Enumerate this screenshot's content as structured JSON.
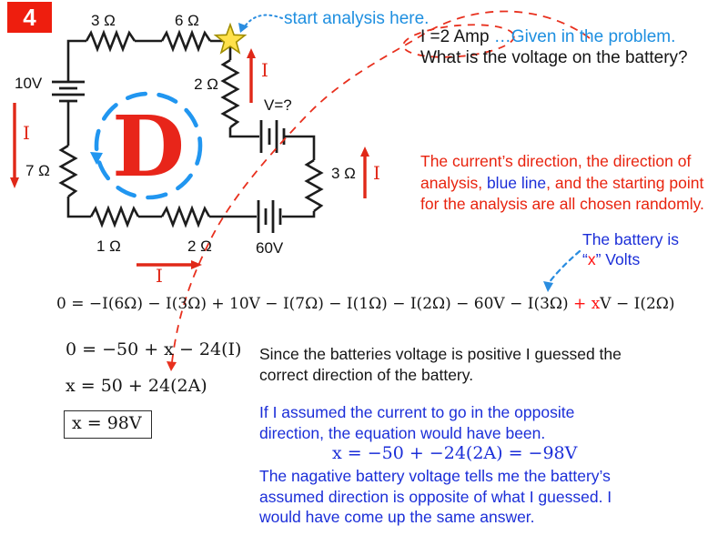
{
  "slide": {
    "badge": "4"
  },
  "circuit": {
    "loop_letter": "D",
    "labels": {
      "r_top_left": "3 Ω",
      "r_top_right": "6 Ω",
      "r_right_upper": "2 Ω",
      "r_right_lower": "3 Ω",
      "r_left": "7 Ω",
      "r_bottom_left": "1 Ω",
      "r_bottom_right": "2 Ω",
      "battery_left": "10V",
      "battery_unknown": "V=?",
      "battery_bottom": "60V",
      "current": "I"
    }
  },
  "callouts": {
    "start_analysis": "start analysis here.",
    "given_black": "I =2 Amp ",
    "given_blue": "…Given in the problem.",
    "question": "What is the voltage on the battery?",
    "random_line1": "The current’s direction, the direction of",
    "random_line2_pre": "analysis, ",
    "random_line2_blue": "blue line",
    "random_line2_post": ", and the starting point",
    "random_line3": "for the analysis are all chosen randomly.",
    "battery_x_line1": "The battery is",
    "battery_x_open": "“",
    "battery_x_x": "x",
    "battery_x_rest": "” Volts"
  },
  "equations": {
    "main_pre": "0 = −I(6Ω) − I(3Ω) + 10V − I(7Ω) − I(1Ω) − I(2Ω) − 60V − I(3Ω) ",
    "main_red": "+ x",
    "main_post": "V − I(2Ω)",
    "step1": "0 = −50 + x − 24(I)",
    "step2": "x = 50 + 24(2A)",
    "result": "x = 98V",
    "alt": "x = −50 + −24(2A) = −98V"
  },
  "notes": {
    "positive_lines": [
      "Since the batteries voltage is positive I guessed the",
      "correct direction of the battery."
    ],
    "opposite1_lines": [
      "If I assumed the current to go in the opposite",
      "direction, the equation would have been."
    ],
    "opposite2_lines": [
      "The nagative battery voltage tells me the battery’s",
      "assumed direction is opposite of what I guessed. I",
      "would have come up the same answer."
    ]
  }
}
